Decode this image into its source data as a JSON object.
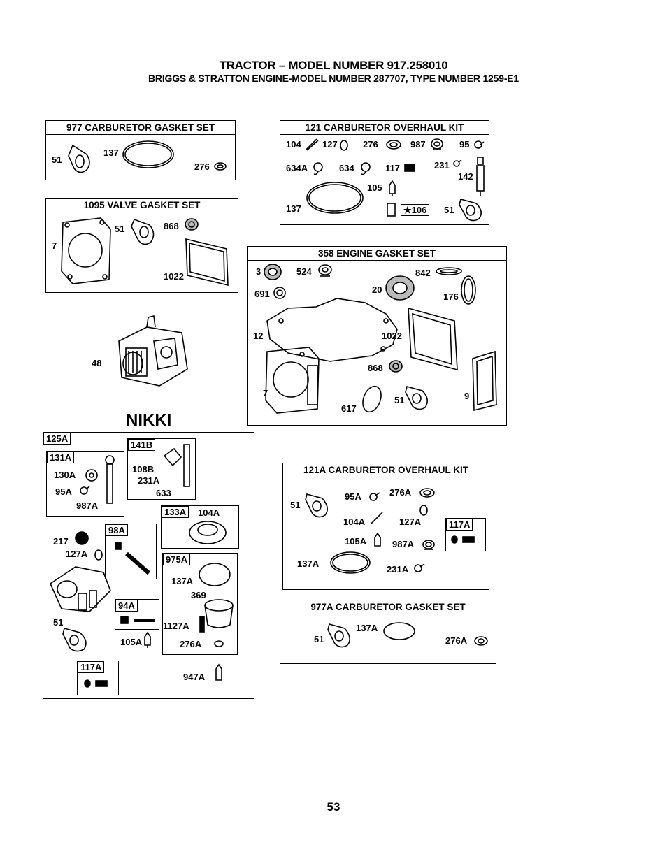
{
  "header": {
    "line1": "TRACTOR – MODEL NUMBER 917.258010",
    "line2": "BRIGGS & STRATTON ENGINE-MODEL NUMBER 287707, TYPE NUMBER 1259-E1"
  },
  "kit977": {
    "title": "977 CARBURETOR GASKET SET",
    "p1": "51",
    "p2": "137",
    "p3": "276"
  },
  "kit1095": {
    "title": "1095 VALVE GASKET SET",
    "p1": "7",
    "p2": "51",
    "p3": "868",
    "p4": "1022"
  },
  "engine": {
    "label": "48"
  },
  "kit121": {
    "title": "121 CARBURETOR OVERHAUL KIT",
    "p104": "104",
    "p127": "127",
    "p276": "276",
    "p987": "987",
    "p95": "95",
    "p634A": "634A",
    "p634": "634",
    "p117": "117",
    "p231": "231",
    "p142": "142",
    "p105": "105",
    "p137": "137",
    "p106": "★106",
    "p51": "51"
  },
  "kit358": {
    "title": "358 ENGINE GASKET SET",
    "p3": "3",
    "p524": "524",
    "p842": "842",
    "p691": "691",
    "p20": "20",
    "p176": "176",
    "p12": "12",
    "p1022": "1022",
    "p868": "868",
    "p7": "7",
    "p617": "617",
    "p51": "51",
    "p9": "9"
  },
  "nikki": {
    "brand": "NIKKI",
    "t125A": "125A",
    "t131A": "131A",
    "p130A": "130A",
    "p95A": "95A",
    "p987A": "987A",
    "t141B": "141B",
    "p108B": "108B",
    "p231A": "231A",
    "p633": "633",
    "t133A": "133A",
    "t104A": "104A",
    "p217": "217",
    "p127A": "127A",
    "t98A": "98A",
    "t975A": "975A",
    "p137A": "137A",
    "p369": "369",
    "t94A": "94A",
    "p1127A": "1127A",
    "p276A": "276A",
    "p51": "51",
    "p105A": "105A",
    "t117A": "117A",
    "p947A": "947A"
  },
  "kit121A": {
    "title": "121A CARBURETOR OVERHAUL KIT",
    "p51": "51",
    "p95A": "95A",
    "p276A": "276A",
    "p104A": "104A",
    "p127A": "127A",
    "t117A": "117A",
    "p105A": "105A",
    "p987A": "987A",
    "p137A": "137A",
    "p231A": "231A"
  },
  "kit977A": {
    "title": "977A CARBURETOR GASKET SET",
    "p51": "51",
    "p137A": "137A",
    "p276A": "276A"
  },
  "page": {
    "number": "53"
  }
}
